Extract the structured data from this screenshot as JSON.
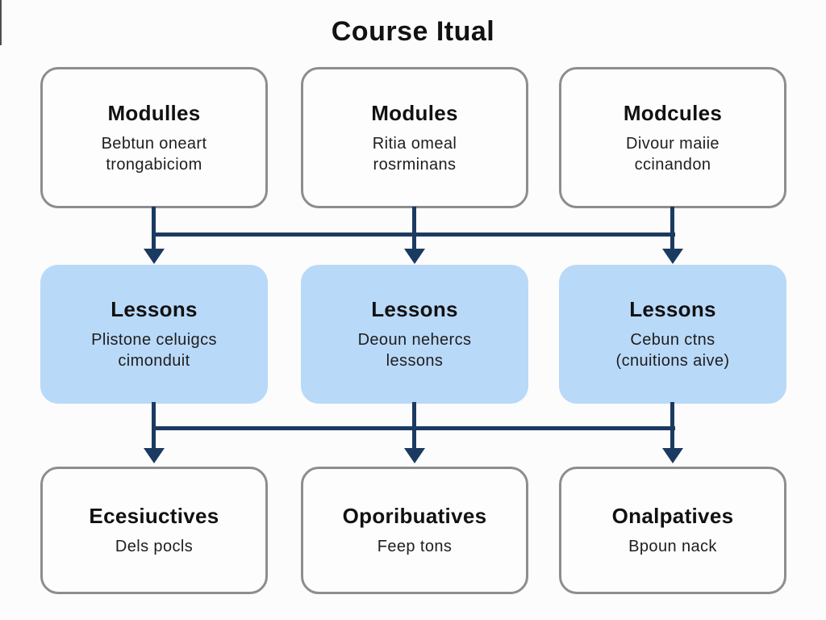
{
  "title": "Course Itual",
  "colors": {
    "navy": "#1b3a61",
    "lesson_blue": "#b9d9f8",
    "card_border": "#8d8d8d",
    "card_fill": "#fdfdfd",
    "background": "#fcfcfc",
    "text": "#141414"
  },
  "rows": [
    {
      "name": "modules",
      "boxes": [
        {
          "heading": "Modulles",
          "subtitle": "Bebtun oneart\ntrongabiciom"
        },
        {
          "heading": "Modules",
          "subtitle": "Ritia omeal\nrosrminans"
        },
        {
          "heading": "Modcules",
          "subtitle": "Divour maiie\nccinandon"
        }
      ]
    },
    {
      "name": "lessons",
      "boxes": [
        {
          "heading": "Lessons",
          "subtitle": "Plistone celuigcs\ncimonduit"
        },
        {
          "heading": "Lessons",
          "subtitle": "Deoun nehercs\nlessons"
        },
        {
          "heading": "Lessons",
          "subtitle": "Cebun ctns\n(cnuitions aive)"
        }
      ]
    },
    {
      "name": "objectives",
      "boxes": [
        {
          "heading": "Ecesiuctives",
          "subtitle": "Dels pocls"
        },
        {
          "heading": "Oporibuatives",
          "subtitle": "Feep tons"
        },
        {
          "heading": "Onalpatives",
          "subtitle": "Bpoun nack"
        }
      ]
    }
  ]
}
